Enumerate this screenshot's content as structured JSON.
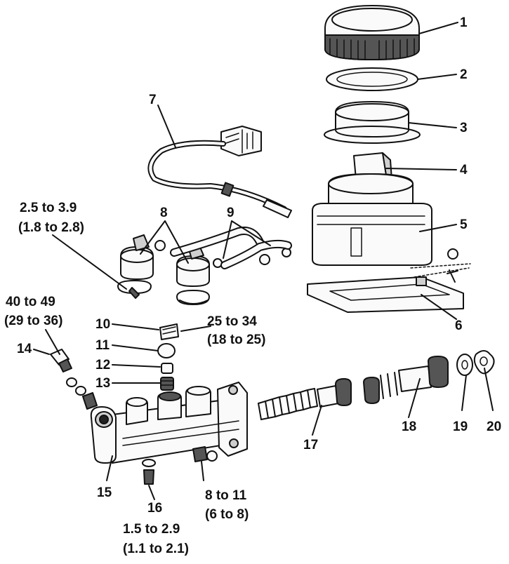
{
  "callouts": [
    "1",
    "2",
    "3",
    "4",
    "5",
    "6",
    "7",
    "8",
    "9",
    "10",
    "11",
    "12",
    "13",
    "14",
    "15",
    "16",
    "17",
    "18",
    "19",
    "20"
  ],
  "torque": {
    "t1_line1": "2.5 to 3.9",
    "t1_line2": "(1.8 to 2.8)",
    "t2_line1": "40 to 49",
    "t2_line2": "(29 to 36)",
    "t3_line1": "25 to 34",
    "t3_line2": "(18 to 25)",
    "t4_line1": "8 to 11",
    "t4_line2": "(6 to 8)",
    "t5_line1": "1.5 to 2.9",
    "t5_line2": "(1.1 to 2.1)"
  }
}
